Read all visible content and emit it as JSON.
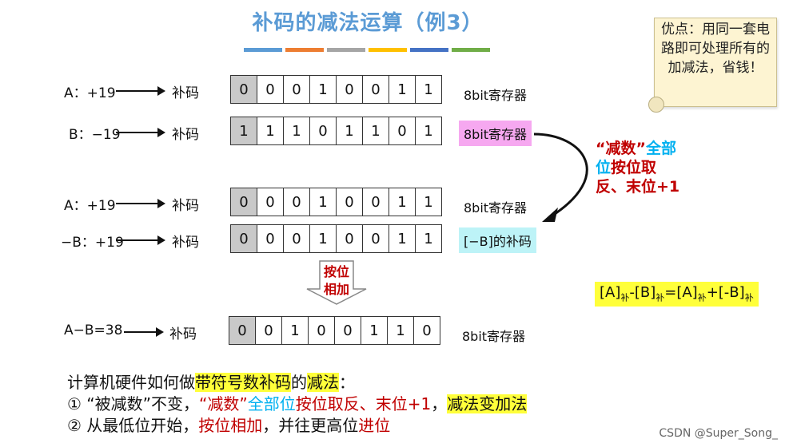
{
  "title": "补码的减法运算（例3）",
  "stripe_colors": [
    "#5b9bd5",
    "#ed7d31",
    "#a5a5a5",
    "#ffc000",
    "#4472c4",
    "#70ad47"
  ],
  "note": {
    "text": "优点：用同一套电路即可处理所有的加减法，省钱！"
  },
  "rows": [
    {
      "label": "A：+19",
      "arrow_text": "补码",
      "bits": [
        "0",
        "0",
        "0",
        "1",
        "0",
        "0",
        "1",
        "1"
      ],
      "reg_label": "8bit寄存器"
    },
    {
      "label": "B：−19",
      "arrow_text": "补码",
      "bits": [
        "1",
        "1",
        "1",
        "0",
        "1",
        "1",
        "0",
        "1"
      ],
      "reg_label": "8bit寄存器"
    },
    {
      "label": "A：+19",
      "arrow_text": "补码",
      "bits": [
        "0",
        "0",
        "0",
        "1",
        "0",
        "0",
        "1",
        "1"
      ],
      "reg_label": "8bit寄存器"
    },
    {
      "label": "−B：+19",
      "arrow_text": "补码",
      "bits": [
        "0",
        "0",
        "0",
        "1",
        "0",
        "0",
        "1",
        "1"
      ],
      "reg_label": "[−B]的补码"
    },
    {
      "label": "A−B=38",
      "arrow_text": "补码",
      "bits": [
        "0",
        "0",
        "1",
        "0",
        "0",
        "1",
        "1",
        "0"
      ],
      "reg_label": "8bit寄存器"
    }
  ],
  "explain": {
    "quote": "“减数”",
    "all_bits": "全部",
    "pos": "位",
    "invert": "按位取",
    "line3": "反、末位+1"
  },
  "add_arrow": {
    "line1": "按位",
    "line2": "相加"
  },
  "formula": {
    "a": "[A]",
    "sub_b": "-[B]",
    "eq_a": "=[A]",
    "plus_neg_b": "+[-B]",
    "sub_label": "补"
  },
  "bottom": {
    "l1_a": "计算机硬件如何做",
    "l1_b": "带符号数补码",
    "l1_c": "的",
    "l1_d": "减法",
    "l1_e": "：",
    "l2_a": "① “被减数”不变，",
    "l2_b": "“减数”",
    "l2_c": "全部位",
    "l2_d": "按位取反、末位+1",
    "l2_e": "，",
    "l2_f": "减法变加法",
    "l3_a": "② 从最低位开始，",
    "l3_b": "按位相加",
    "l3_c": "，并往更高位",
    "l3_d": "进位"
  },
  "watermark": "CSDN @Super_Song_"
}
